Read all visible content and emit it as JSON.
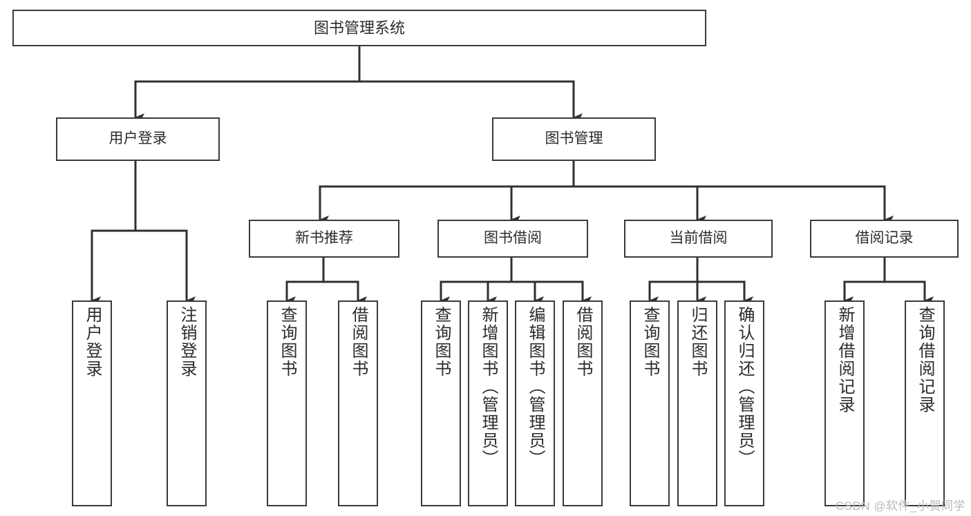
{
  "diagram": {
    "title": "图书管理系统",
    "type": "tree",
    "watermark": "CSDN @软件_小贺同学",
    "colors": {
      "box_border": "#3a3a3a",
      "box_fill": "#ffffff",
      "connector": "#2f2f2f",
      "text": "#2b2b2b",
      "watermark": "#b9b9b9"
    }
  },
  "nodes": {
    "root": {
      "label": "图书管理系统",
      "level": 0,
      "orientation": "horizontal"
    },
    "level1": [
      {
        "id": "user-login",
        "label": "用户登录",
        "orientation": "horizontal"
      },
      {
        "id": "book-manage",
        "label": "图书管理",
        "orientation": "horizontal"
      }
    ],
    "level2": [
      {
        "id": "new-book-recommend",
        "label": "新书推荐",
        "orientation": "horizontal"
      },
      {
        "id": "book-borrow",
        "label": "图书借阅",
        "orientation": "horizontal"
      },
      {
        "id": "current-borrow",
        "label": "当前借阅",
        "orientation": "horizontal"
      },
      {
        "id": "borrow-record",
        "label": "借阅记录",
        "orientation": "horizontal"
      }
    ],
    "leaves": [
      {
        "id": "leaf-user-login",
        "label": "用户登录",
        "parent": "user-login",
        "orientation": "vertical"
      },
      {
        "id": "leaf-logout",
        "label": "注销登录",
        "parent": "user-login",
        "orientation": "vertical"
      },
      {
        "id": "leaf-query-book-1",
        "label": "查询图书",
        "parent": "new-book-recommend",
        "orientation": "vertical"
      },
      {
        "id": "leaf-borrow-book-1",
        "label": "借阅图书",
        "parent": "new-book-recommend",
        "orientation": "vertical"
      },
      {
        "id": "leaf-query-book-2",
        "label": "查询图书",
        "parent": "book-borrow",
        "orientation": "vertical"
      },
      {
        "id": "leaf-add-book",
        "label": "新增图书（管理员）",
        "parent": "book-borrow",
        "orientation": "vertical"
      },
      {
        "id": "leaf-edit-book",
        "label": "编辑图书（管理员）",
        "parent": "book-borrow",
        "orientation": "vertical"
      },
      {
        "id": "leaf-borrow-book-2",
        "label": "借阅图书",
        "parent": "book-borrow",
        "orientation": "vertical"
      },
      {
        "id": "leaf-query-book-3",
        "label": "查询图书",
        "parent": "current-borrow",
        "orientation": "vertical"
      },
      {
        "id": "leaf-return-book",
        "label": "归还图书",
        "parent": "current-borrow",
        "orientation": "vertical"
      },
      {
        "id": "leaf-confirm-return",
        "label": "确认归还（管理员）",
        "parent": "current-borrow",
        "orientation": "vertical"
      },
      {
        "id": "leaf-add-record",
        "label": "新增借阅记录",
        "parent": "borrow-record",
        "orientation": "vertical"
      },
      {
        "id": "leaf-query-record",
        "label": "查询借阅记录",
        "parent": "borrow-record",
        "orientation": "vertical"
      }
    ]
  }
}
